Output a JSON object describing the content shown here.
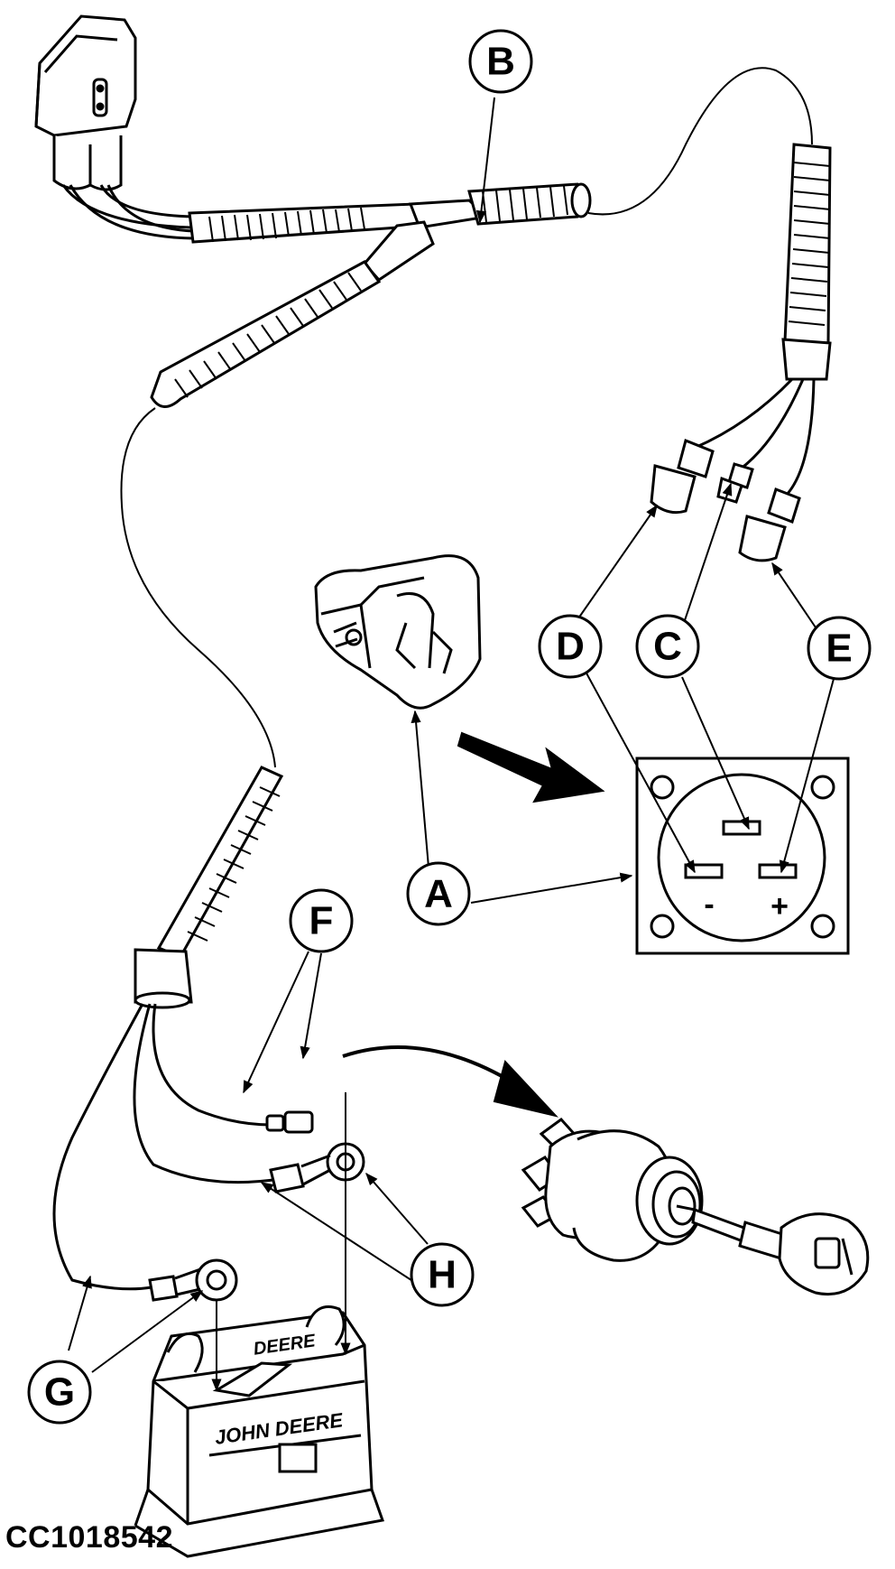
{
  "figure_code": "CC1018542",
  "callouts": {
    "A": "A",
    "B": "B",
    "C": "C",
    "D": "D",
    "E": "E",
    "F": "F",
    "G": "G",
    "H": "H"
  },
  "connector_terminals": {
    "negative": "-",
    "positive": "+"
  },
  "battery": {
    "brand_lid": "DEERE",
    "brand_side": "JOHN DEERE"
  }
}
